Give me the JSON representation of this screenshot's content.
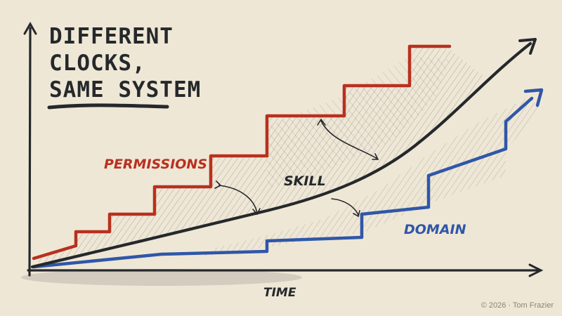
{
  "title": {
    "lines": [
      "DIFFERENT",
      "CLOCKS,",
      "SAME SYSTEM"
    ]
  },
  "labels": {
    "permissions": "PERMISSIONS",
    "skill": "SKILL",
    "domain": "DOMAIN",
    "time": "TIME"
  },
  "copyright": "© 2026 · Tom Frazier",
  "colors": {
    "background": "#efe7d6",
    "ink": "#25282b",
    "permissions": "#b8301f",
    "skill": "#25282b",
    "domain": "#2f57a8",
    "hatch": "#6f6f6f"
  }
}
